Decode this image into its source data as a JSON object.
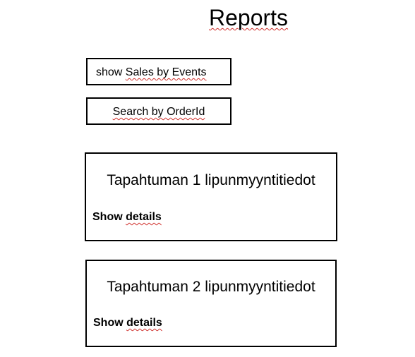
{
  "page": {
    "title": "Reports"
  },
  "buttons": {
    "sales_by_events": {
      "prefix": "show ",
      "emphasis": "Sales by Events"
    },
    "search_by_order_id": {
      "emphasis": "Search by OrderId"
    }
  },
  "events": [
    {
      "title": "Tapahtuman 1 lipunmyyntitiedot",
      "link_prefix": "Show ",
      "link_emphasis": "details"
    },
    {
      "title": "Tapahtuman 2 lipunmyyntitiedot",
      "link_prefix": "Show ",
      "link_emphasis": "details"
    }
  ]
}
